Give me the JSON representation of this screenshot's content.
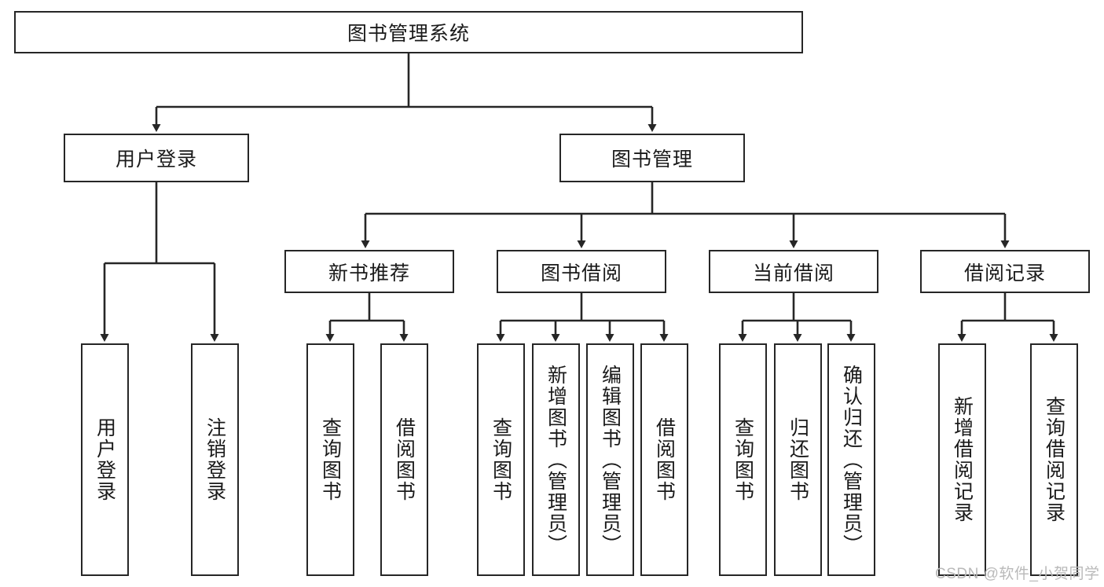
{
  "diagram": {
    "title": "图书管理系统",
    "type": "hierarchy-tree",
    "colors": {
      "stroke": "#262626",
      "fill": "#ffffff",
      "text": "#1a1a1a",
      "watermark": "#b9b9b9"
    },
    "root": {
      "label": "图书管理系统"
    },
    "level2": [
      {
        "label": "用户登录"
      },
      {
        "label": "图书管理"
      }
    ],
    "level3": [
      {
        "label": "新书推荐"
      },
      {
        "label": "图书借阅"
      },
      {
        "label": "当前借阅"
      },
      {
        "label": "借阅记录"
      }
    ],
    "leaves": {
      "user_login": [
        {
          "label": "用户登录"
        },
        {
          "label": "注销登录"
        }
      ],
      "new_book_recommend": [
        {
          "label": "查询图书"
        },
        {
          "label": "借阅图书"
        }
      ],
      "book_borrow": [
        {
          "label": "查询图书"
        },
        {
          "label": "新增图书（管理员）"
        },
        {
          "label": "编辑图书（管理员）"
        },
        {
          "label": "借阅图书"
        }
      ],
      "current_borrow": [
        {
          "label": "查询图书"
        },
        {
          "label": "归还图书"
        },
        {
          "label": "确认归还（管理员）"
        }
      ],
      "borrow_record": [
        {
          "label": "新增借阅记录"
        },
        {
          "label": "查询借阅记录"
        }
      ]
    },
    "watermark": "CSDN @软件_小贺同学"
  }
}
